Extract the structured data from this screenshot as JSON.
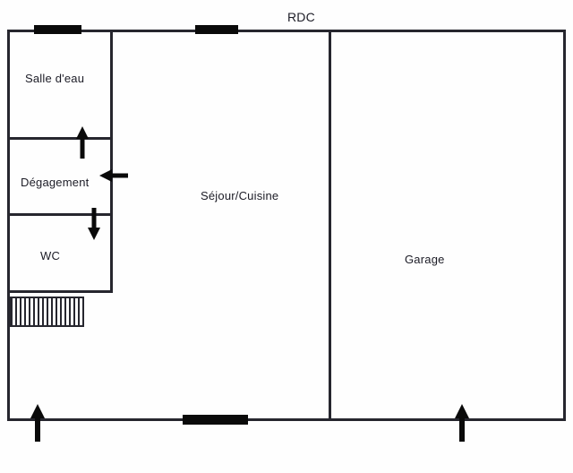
{
  "title": "RDC",
  "rooms": {
    "salle_deau": "Salle d'eau",
    "degagement": "Dégagement",
    "wc": "WC",
    "sejour_cuisine": "Séjour/Cuisine",
    "garage": "Garage"
  },
  "colors": {
    "line": "#26262e",
    "window_fill": "#0a0a0a",
    "text": "#1c1c26",
    "background": "#fefefe"
  }
}
